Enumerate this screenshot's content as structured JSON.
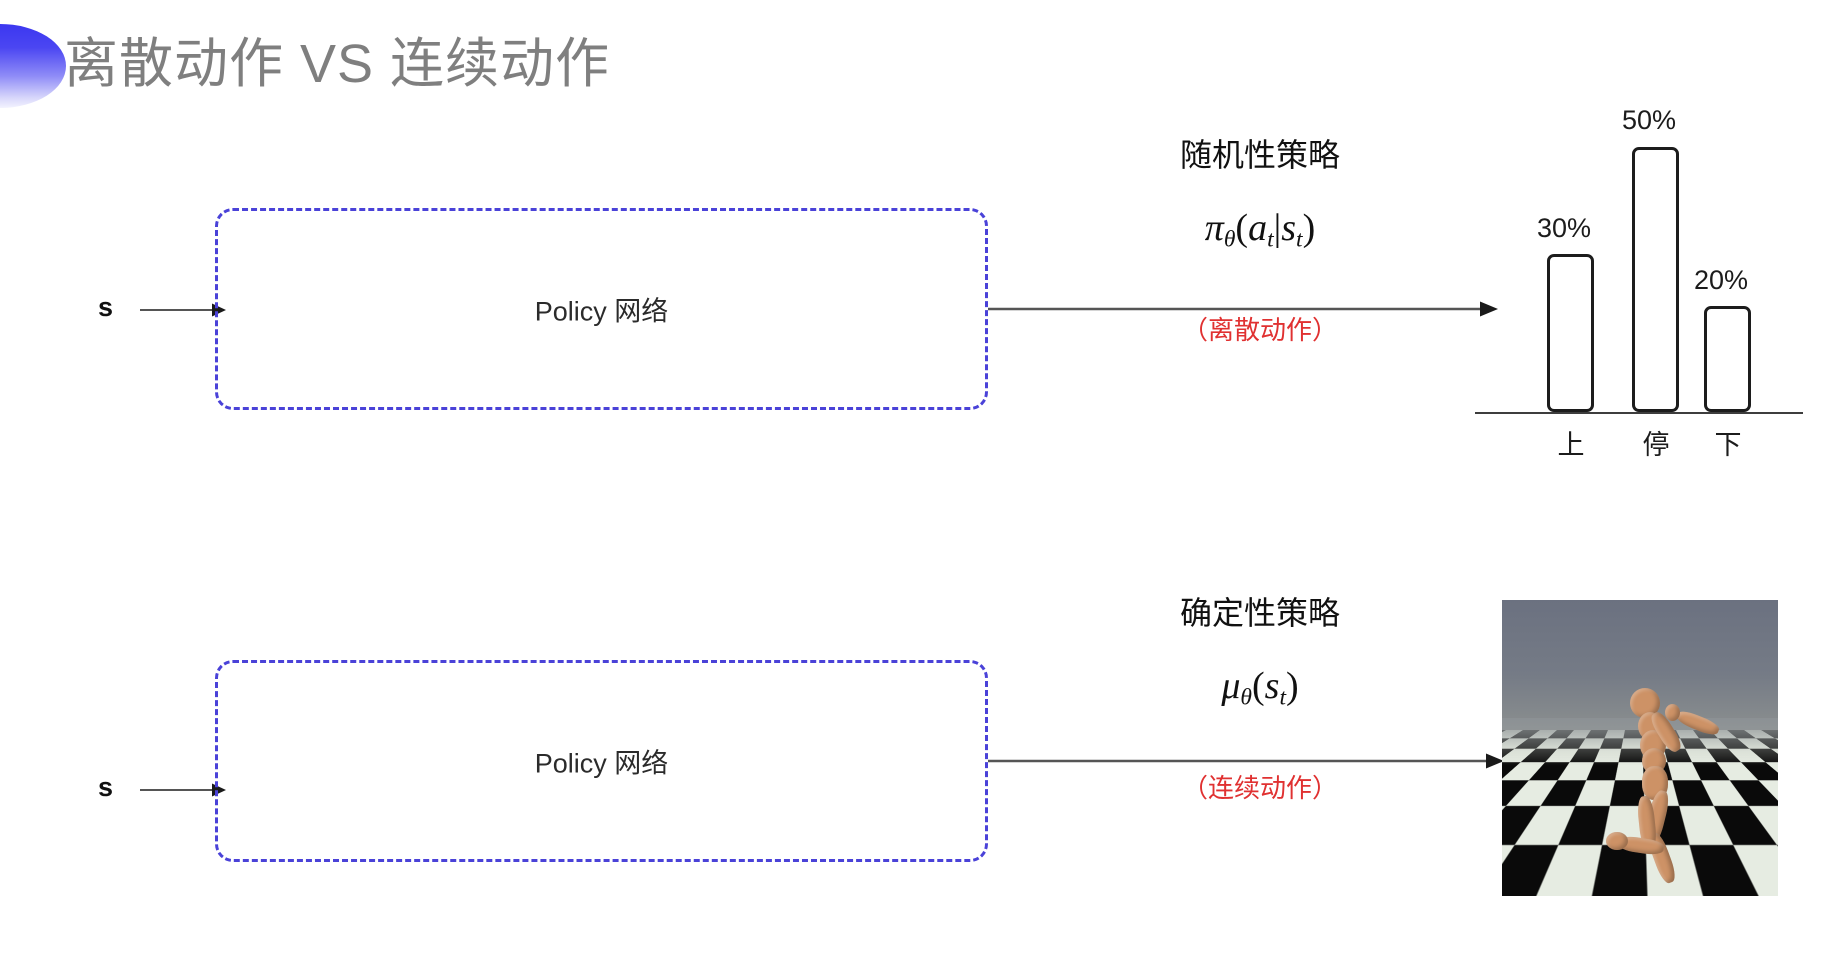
{
  "slide": {
    "title": "离散动作 VS 连续动作",
    "bullet_icon": "half-circle-bullet-icon",
    "title_color": "#7f7f7f",
    "accent_color": "#4a42d8",
    "note_color": "#e03131",
    "background": "#ffffff"
  },
  "rows": [
    {
      "id": "discrete",
      "state_label": "s",
      "policy_box_label": "Policy 网络",
      "policy_type": "随机性策略",
      "formula_plain": "π_θ(a_t|s_t)",
      "formula_parts": {
        "fn": "π",
        "fn_sub": "θ",
        "open": "(",
        "arg1": "a",
        "arg1_sub": "t",
        "bar": "|",
        "arg2": "s",
        "arg2_sub": "t",
        "close": ")"
      },
      "note": "（离散动作）",
      "output_kind": "bar-chart"
    },
    {
      "id": "continuous",
      "state_label": "s",
      "policy_box_label": "Policy 网络",
      "policy_type": "确定性策略",
      "formula_plain": "μ_θ(s_t)",
      "formula_parts": {
        "fn": "μ",
        "fn_sub": "θ",
        "open": "(",
        "arg1": "s",
        "arg1_sub": "t",
        "bar": "",
        "arg2": "",
        "arg2_sub": "",
        "close": ")"
      },
      "note": "（连续动作）",
      "output_kind": "humanoid-simulation-image"
    }
  ],
  "chart_data": {
    "type": "bar",
    "title": "",
    "categories": [
      "上",
      "停",
      "下"
    ],
    "values": [
      30,
      50,
      20
    ],
    "value_labels": [
      "30%",
      "50%",
      "20%"
    ],
    "ylim": [
      0,
      55
    ],
    "xlabel": "",
    "ylabel": "",
    "grid": false,
    "legend": "none",
    "bar_fill": "#ffffff",
    "bar_stroke": "#1c1c1c"
  },
  "simulation_image": {
    "name": "mujoco-humanoid-running",
    "sky_color": "#6e7480",
    "floor_pattern": "black-white-checkerboard",
    "figure_color": "#cd9266"
  }
}
